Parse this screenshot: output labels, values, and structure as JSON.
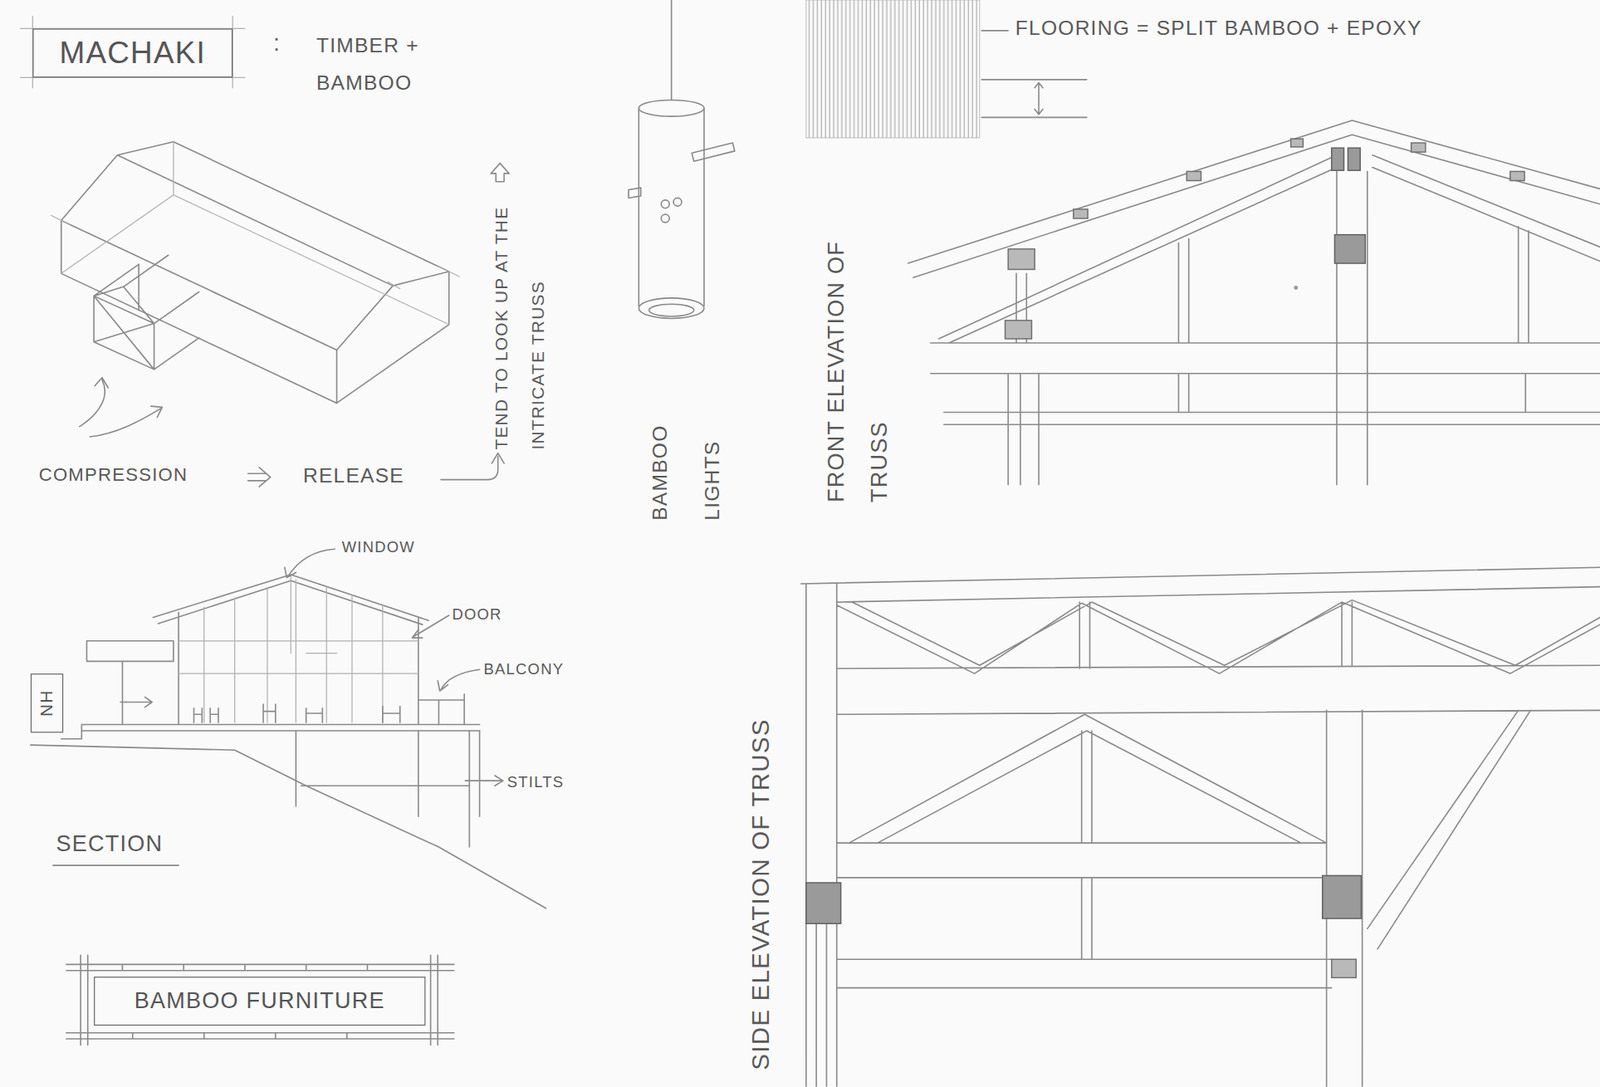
{
  "diagram": {
    "nodes": [
      {
        "text": [
          "MACHAKI"
        ]
      },
      {
        "text": [
          "NH"
        ]
      },
      {
        "text": [
          "BAMBOO FURNITURE"
        ]
      }
    ],
    "labels": [
      ":",
      "TIMBER + BAMBOO",
      "TEND TO LOOK UP AT THE INTRICATE TRUSS",
      "COMPRESSION",
      "RELEASE",
      "BAMBOO LIGHTS",
      "FLOORING = SPLIT BAMBOO + EPOXY",
      "FRONT ELEVATION OF TRUSS",
      "WINDOW",
      "DOOR",
      "BALCONY",
      "STILTS",
      "SECTION",
      "SIDE ELEVATION OF TRUSS"
    ]
  }
}
